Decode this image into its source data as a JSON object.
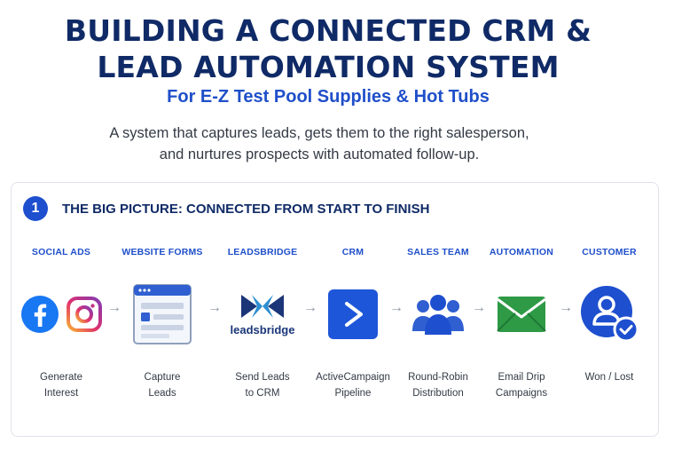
{
  "header": {
    "title_line1": "BUILDING A CONNECTED CRM &",
    "title_line2": "LEAD AUTOMATION SYSTEM",
    "subtitle": "For E-Z Test Pool Supplies & Hot Tubs",
    "description_line1": "A system that captures leads, gets them to the right salesperson,",
    "description_line2": "and nurtures prospects with automated follow-up."
  },
  "section": {
    "number": "1",
    "heading": "THE BIG PICTURE: CONNECTED FROM START TO FINISH"
  },
  "flow": {
    "stages": [
      {
        "label": "SOCIAL ADS",
        "caption1": "Generate",
        "caption2": "Interest",
        "icons": [
          "facebook-icon",
          "instagram-icon"
        ]
      },
      {
        "label": "WEBSITE FORMS",
        "caption1": "Capture",
        "caption2": "Leads",
        "icons": [
          "web-form-icon"
        ]
      },
      {
        "label": "LEADSBRIDGE",
        "caption1": "Send Leads",
        "caption2": "to CRM",
        "icons": [
          "leadsbridge-logo"
        ],
        "logo_text": "leadsbridge"
      },
      {
        "label": "CRM",
        "caption1": "ActiveCampaign",
        "caption2": "Pipeline",
        "icons": [
          "activecampaign-icon"
        ]
      },
      {
        "label": "SALES TEAM",
        "caption1": "Round-Robin",
        "caption2": "Distribution",
        "icons": [
          "team-icon"
        ]
      },
      {
        "label": "AUTOMATION",
        "caption1": "Email Drip",
        "caption2": "Campaigns",
        "icons": [
          "email-icon"
        ]
      },
      {
        "label": "CUSTOMER",
        "caption1": "Won / Lost",
        "caption2": "",
        "icons": [
          "customer-check-icon"
        ]
      }
    ],
    "arrow_glyph": "→"
  },
  "colors": {
    "navy": "#0f2a66",
    "accent_blue": "#1f4fc9",
    "facebook": "#1877f2",
    "email_green": "#2e9a45"
  }
}
